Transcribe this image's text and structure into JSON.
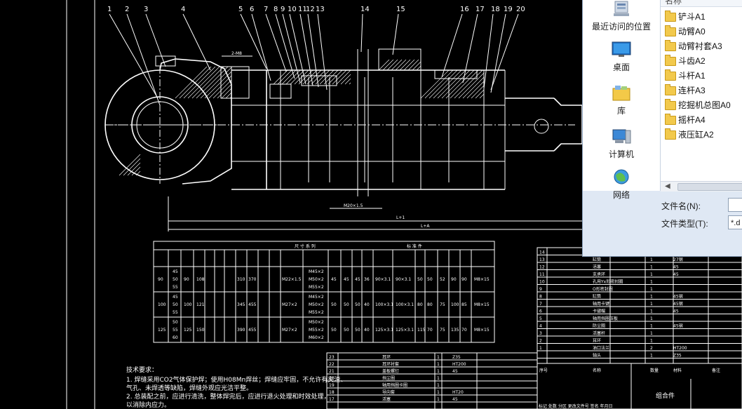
{
  "drawing": {
    "balloons": [
      "1",
      "2",
      "3",
      "4",
      "5",
      "6",
      "7",
      "8",
      "9",
      "10",
      "11",
      "12",
      "13",
      "14",
      "15",
      "16",
      "17",
      "18",
      "19",
      "20"
    ],
    "dim_labels": [
      "2-M8",
      "M20×1.5",
      "L+1",
      "L+A"
    ],
    "table_header": {
      "group1": "尺 寸 系 列",
      "group2": "标 准 件"
    },
    "table_rows": [
      {
        "bore": "90",
        "rod": [
          "45",
          "50",
          "55"
        ],
        "d": "90",
        "l": "108",
        "a": "310",
        "b": "370",
        "thread": "M22×1.5",
        "seals": [
          "M45×2",
          "M50×2",
          "M55×2"
        ],
        "vals": [
          "45",
          "45",
          "45",
          "36",
          "90×3.1",
          "90×3.1",
          "50",
          "50",
          "52",
          "90",
          "90",
          "M8×15"
        ]
      },
      {
        "bore": "100",
        "rod": [
          "45",
          "50",
          "55"
        ],
        "d": "100",
        "l": "121",
        "a": "345",
        "b": "455",
        "thread": "M27×2",
        "seals": [
          "M45×2",
          "M50×2",
          "M55×2"
        ],
        "vals": [
          "50",
          "50",
          "50",
          "40",
          "100×3.1",
          "100×3.1",
          "80",
          "80",
          "75",
          "100",
          "85",
          "M8×15"
        ]
      },
      {
        "bore": "125",
        "rod": [
          "50",
          "55",
          "60"
        ],
        "d": "125",
        "l": "150",
        "a": "390",
        "b": "455",
        "thread": "M27×2",
        "seals": [
          "M50×2",
          "M55×2",
          "M60×2"
        ],
        "vals": [
          "50",
          "50",
          "50",
          "40",
          "125×3.1",
          "125×3.1",
          "115",
          "70",
          "75",
          "135",
          "70",
          "M8×15"
        ]
      }
    ],
    "tech_notes": {
      "title": "技术要求：",
      "items": [
        "1. 焊缝采用CO2气体保护焊；使用H08Mn焊丝；焊缝应牢固，不允许有夹渣、",
        "   气孔、未焊透等缺陷，焊缝外观应光洁平整。",
        "2. 总装配之前，应进行清洗，整体焊完后，应进行退火处理和时效处理，",
        "   以消除内应力。"
      ]
    },
    "parts_list": [
      {
        "no": "14",
        "name": "",
        "qty": "",
        "mat": ""
      },
      {
        "no": "13",
        "name": "缸筒",
        "qty": "1",
        "mat": "27钢"
      },
      {
        "no": "12",
        "name": "活塞",
        "qty": "1",
        "mat": "45"
      },
      {
        "no": "11",
        "name": "支承环",
        "qty": "1",
        "mat": "45"
      },
      {
        "no": "10",
        "name": "孔用Yx形密封圈",
        "qty": "1",
        "mat": ""
      },
      {
        "no": "9",
        "name": "O形密封圈",
        "qty": "1",
        "mat": ""
      },
      {
        "no": "8",
        "name": "缸筒",
        "qty": "1",
        "mat": "45钢"
      },
      {
        "no": "7",
        "name": "轴用卡键",
        "qty": "1",
        "mat": "45钢"
      },
      {
        "no": "6",
        "name": "卡键帽",
        "qty": "1",
        "mat": "45"
      },
      {
        "no": "5",
        "name": "轴用挡圈压板",
        "qty": "1",
        "mat": ""
      },
      {
        "no": "4",
        "name": "防尘圈",
        "qty": "1",
        "mat": "45钢"
      },
      {
        "no": "3",
        "name": "活塞杆",
        "qty": "1",
        "mat": ""
      },
      {
        "no": "2",
        "name": "耳环",
        "qty": "1",
        "mat": ""
      },
      {
        "no": "1",
        "name": "油口法兰",
        "qty": "2",
        "mat": "HT200"
      },
      {
        "no": "",
        "name": "轴头",
        "qty": "1",
        "mat": "Z35"
      }
    ],
    "parts_header": [
      "序号",
      "名称",
      "数量",
      "材料",
      "备注"
    ],
    "parts_list2": [
      {
        "no": "23",
        "name": "耳环",
        "qty": "1",
        "mat": "Z35"
      },
      {
        "no": "22",
        "name": "耳环衬套",
        "qty": "1",
        "mat": "HT200"
      },
      {
        "no": "21",
        "name": "盖板螺钉",
        "qty": "1",
        "mat": "45"
      },
      {
        "no": "20",
        "name": "挡尘圈",
        "qty": "1",
        "mat": ""
      },
      {
        "no": "19",
        "name": "轴用挡圈卡圈",
        "qty": "1",
        "mat": ""
      },
      {
        "no": "18",
        "name": "导向套",
        "qty": "1",
        "mat": "HT20"
      },
      {
        "no": "17",
        "name": "活塞",
        "qty": "1",
        "mat": "45"
      }
    ],
    "title_block": {
      "name": "组合件",
      "footer": "标记 处数 分区 更改文件号 签名 年月日"
    }
  },
  "dialog": {
    "nav_items": [
      {
        "label": "最近访问的位置",
        "icon": "recent-places-icon"
      },
      {
        "label": "桌面",
        "icon": "desktop-icon"
      },
      {
        "label": "库",
        "icon": "library-icon"
      },
      {
        "label": "计算机",
        "icon": "computer-icon"
      },
      {
        "label": "网络",
        "icon": "network-icon"
      }
    ],
    "column_header": "名称",
    "files": [
      "铲斗A1",
      "动臂A0",
      "动臂衬套A3",
      "斗齿A2",
      "斗杆A1",
      "连杆A3",
      "挖掘机总图A0",
      "摇杆A4",
      "液压缸A2"
    ],
    "filename_label": "文件名(N):",
    "filename_value": "",
    "filetype_label": "文件类型(T):",
    "filetype_value": "*.d"
  },
  "colors": {
    "background": "#000000",
    "lines": "#ffffff",
    "dialog": "#dfe8f4",
    "folder": "#f2c94c"
  }
}
